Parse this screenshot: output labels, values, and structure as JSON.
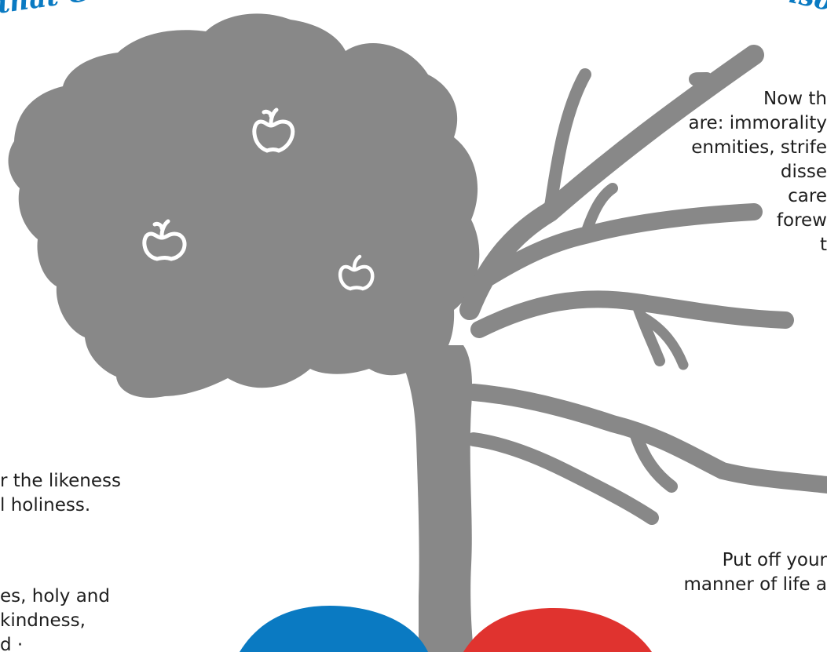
{
  "heading_left": "that Go",
  "heading_right": "lso",
  "right_top": [
    "Now th",
    "are: immorality",
    "enmities, strife",
    "disse",
    "care",
    "forew",
    "t"
  ],
  "right_bottom": [
    "Put off your",
    "manner of life a"
  ],
  "left_mid": [
    "r the likeness",
    "l holiness."
  ],
  "left_bottom": [
    "es, holy and",
    "kindness,",
    "d    ·"
  ],
  "colors": {
    "tree": "#888888",
    "accent_blue": "#0a7ac2",
    "accent_red": "#e0332f",
    "text": "#1e1e1e"
  }
}
